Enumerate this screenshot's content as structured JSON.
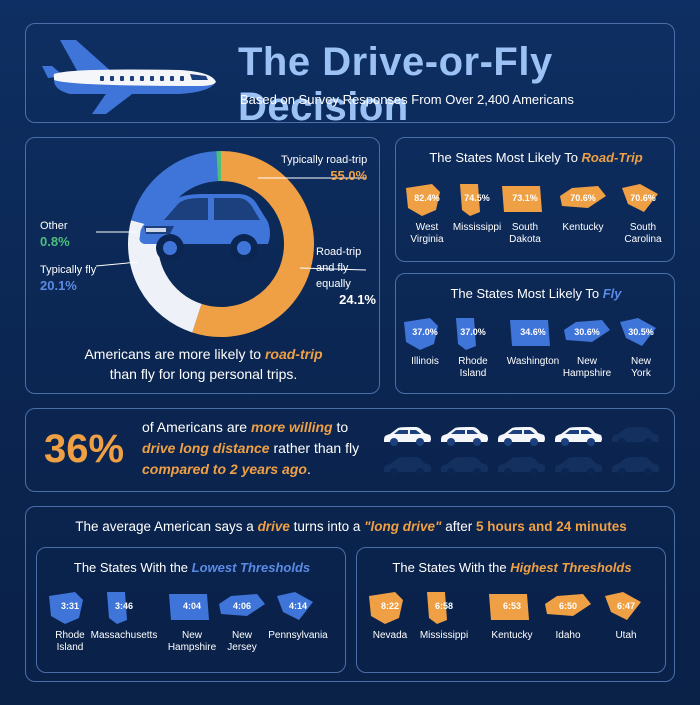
{
  "header": {
    "title": "The Drive-or-Fly Decision",
    "subtitle": "Based on Survey Responses From Over 2,400 Americans"
  },
  "donut": {
    "caption_1": "Americans are more likely to ",
    "caption_em": "road-trip",
    "caption_2": "than fly for long personal trips."
  },
  "chart_data": [
    {
      "type": "pie",
      "series": [
        {
          "values": [
            {
              "label": "Typically road-trip",
              "value": 55.0,
              "display": "55.0%",
              "color": "#f0a044"
            },
            {
              "label": "Road-trip and fly equally",
              "value": 24.1,
              "display": "24.1%",
              "color": "#eef2f8"
            },
            {
              "label": "Typically fly",
              "value": 20.1,
              "display": "20.1%",
              "color": "#3f74d8"
            },
            {
              "label": "Other",
              "value": 0.8,
              "display": "0.8%",
              "color": "#4cc07a"
            }
          ]
        }
      ]
    },
    {
      "type": "bar",
      "title": "The States Most Likely To Road-Trip",
      "categories": [
        "West Virginia",
        "Mississippi",
        "South Dakota",
        "Kentucky",
        "South Carolina"
      ],
      "values": [
        82.4,
        74.5,
        73.1,
        70.6,
        70.6
      ],
      "display": [
        "82.4%",
        "74.5%",
        "73.1%",
        "70.6%",
        "70.6%"
      ]
    },
    {
      "type": "bar",
      "title": "The States Most Likely To Fly",
      "categories": [
        "Illinois",
        "Rhode Island",
        "Washington",
        "New Hampshire",
        "New York"
      ],
      "values": [
        37.0,
        37.0,
        34.6,
        30.6,
        30.5
      ],
      "display": [
        "37.0%",
        "37.0%",
        "34.6%",
        "30.6%",
        "30.5%"
      ]
    },
    {
      "type": "bar",
      "title": "The States With the Lowest Thresholds",
      "categories": [
        "Rhode Island",
        "Massachusetts",
        "New Hampshire",
        "New Jersey",
        "Pennsylvania"
      ],
      "values": [
        "3:31",
        "3:46",
        "4:04",
        "4:06",
        "4:14"
      ]
    },
    {
      "type": "bar",
      "title": "The States With the Highest Thresholds",
      "categories": [
        "Nevada",
        "Mississippi",
        "Kentucky",
        "Idaho",
        "Utah"
      ],
      "values": [
        "8:22",
        "6:58",
        "6:53",
        "6:50",
        "6:47"
      ]
    }
  ],
  "roadtrip": {
    "title_1": "The States Most Likely To ",
    "title_em": "Road-Trip",
    "labels": [
      "West\nVirginia",
      "Mississippi",
      "South\nDakota",
      "Kentucky",
      "South\nCarolina"
    ]
  },
  "fly": {
    "title_1": "The States Most Likely To ",
    "title_em": "Fly",
    "labels": [
      "Illinois",
      "Rhode\nIsland",
      "Washington",
      "New\nHampshire",
      "New\nYork"
    ]
  },
  "willing": {
    "big": "36%",
    "l1a": "of Americans are ",
    "l1b": "more willing",
    "l1c": " to",
    "l2a": "drive long distance",
    "l2b": " rather than fly",
    "l3": "compared to 2 years ago",
    "l3b": ".",
    "cars_total": 10,
    "cars_filled": 4
  },
  "threshold": {
    "h1": "The average American says a ",
    "h_drive": "drive",
    "h2": " turns into a ",
    "h_long": "\"long drive\"",
    "h3": " after ",
    "h_time": "5 hours and 24 minutes"
  },
  "lowest": {
    "title_1": "The States With the ",
    "title_em": "Lowest Thresholds",
    "labels": [
      "Rhode\nIsland",
      "Massachusetts",
      "New\nHampshire",
      "New\nJersey",
      "Pennsylvania"
    ]
  },
  "highest": {
    "title_1": "The States With the ",
    "title_em": "Highest Thresholds",
    "labels": [
      "Nevada",
      "Mississippi",
      "Kentucky",
      "Idaho",
      "Utah"
    ]
  }
}
